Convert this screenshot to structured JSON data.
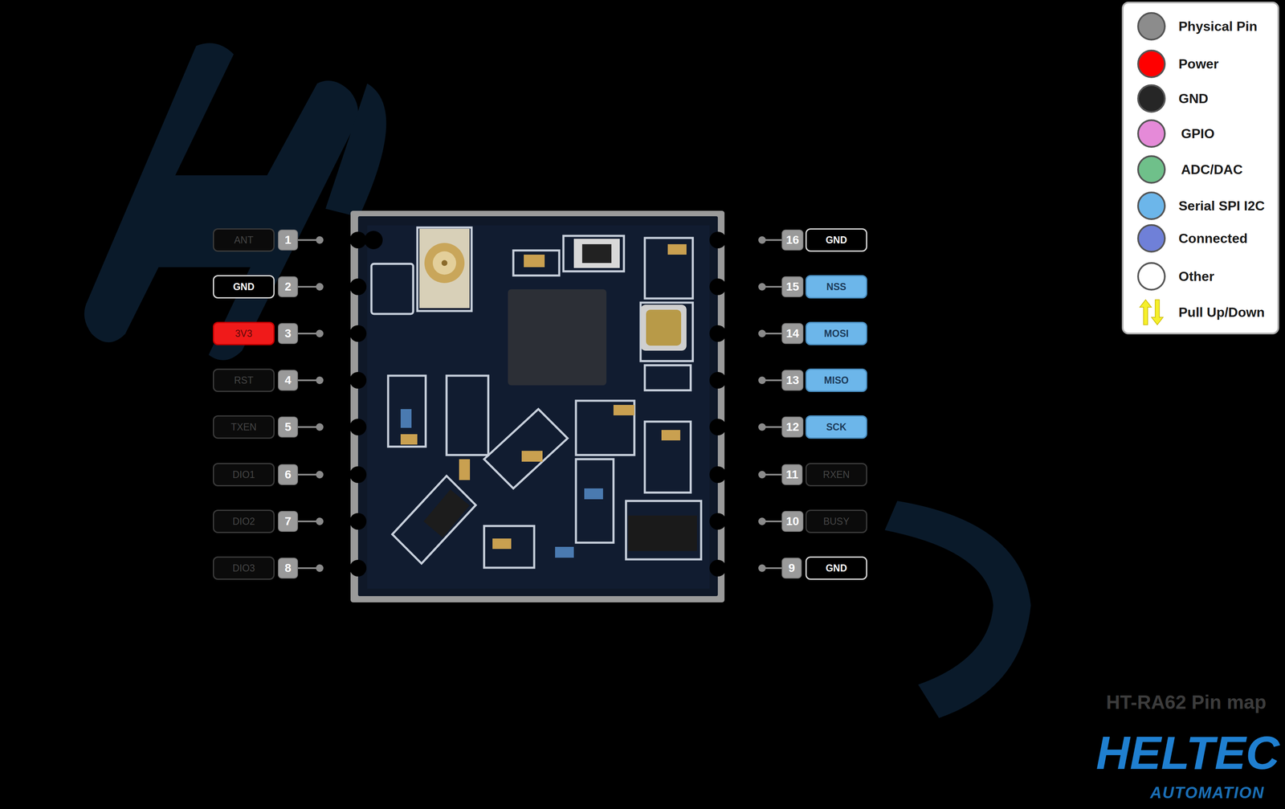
{
  "diagram": {
    "title": "HT-RA62 Pin map",
    "nodes": [
      {
        "text": [
          "ANT"
        ]
      },
      {
        "text": [
          "1"
        ]
      },
      {
        "text": [
          "GND"
        ]
      },
      {
        "text": [
          "2"
        ]
      },
      {
        "text": [
          "3V3"
        ]
      },
      {
        "text": [
          "3"
        ]
      },
      {
        "text": [
          "RST"
        ]
      },
      {
        "text": [
          "4"
        ]
      },
      {
        "text": [
          "TXEN"
        ]
      },
      {
        "text": [
          "5"
        ]
      },
      {
        "text": [
          "DIO1"
        ]
      },
      {
        "text": [
          "6"
        ]
      },
      {
        "text": [
          "DIO2"
        ]
      },
      {
        "text": [
          "7"
        ]
      },
      {
        "text": [
          "DIO3"
        ]
      },
      {
        "text": [
          "8"
        ]
      },
      {
        "text": [
          "16"
        ]
      },
      {
        "text": [
          "GND"
        ]
      },
      {
        "text": [
          "15"
        ]
      },
      {
        "text": [
          "NSS"
        ]
      },
      {
        "text": [
          "14"
        ]
      },
      {
        "text": [
          "MOSI"
        ]
      },
      {
        "text": [
          "13"
        ]
      },
      {
        "text": [
          "MISO"
        ]
      },
      {
        "text": [
          "12"
        ]
      },
      {
        "text": [
          "SCK"
        ]
      },
      {
        "text": [
          "11"
        ]
      },
      {
        "text": [
          "RXEN"
        ]
      },
      {
        "text": [
          "10"
        ]
      },
      {
        "text": [
          "BUSY"
        ]
      },
      {
        "text": [
          "9"
        ]
      },
      {
        "text": [
          "GND"
        ]
      }
    ],
    "labels": [
      "HELTEC",
      "AUTOMATION"
    ],
    "legend": [
      {
        "text": "Physical Pin",
        "color": "#8c8c8c"
      },
      {
        "text": "Power",
        "color": "#ff0000"
      },
      {
        "text": "GND",
        "color": "#262626"
      },
      {
        "text": "GPIO",
        "color": "#e58ad8"
      },
      {
        "text": "ADC/DAC",
        "color": "#6fc08a"
      },
      {
        "text": "Serial SPI I2C",
        "color": "#6cb6ea"
      },
      {
        "text": "Connected",
        "color": "#6f80d8"
      },
      {
        "text": "Other",
        "color": "#ffffff"
      },
      {
        "text": "Pull Up/Down"
      }
    ]
  }
}
